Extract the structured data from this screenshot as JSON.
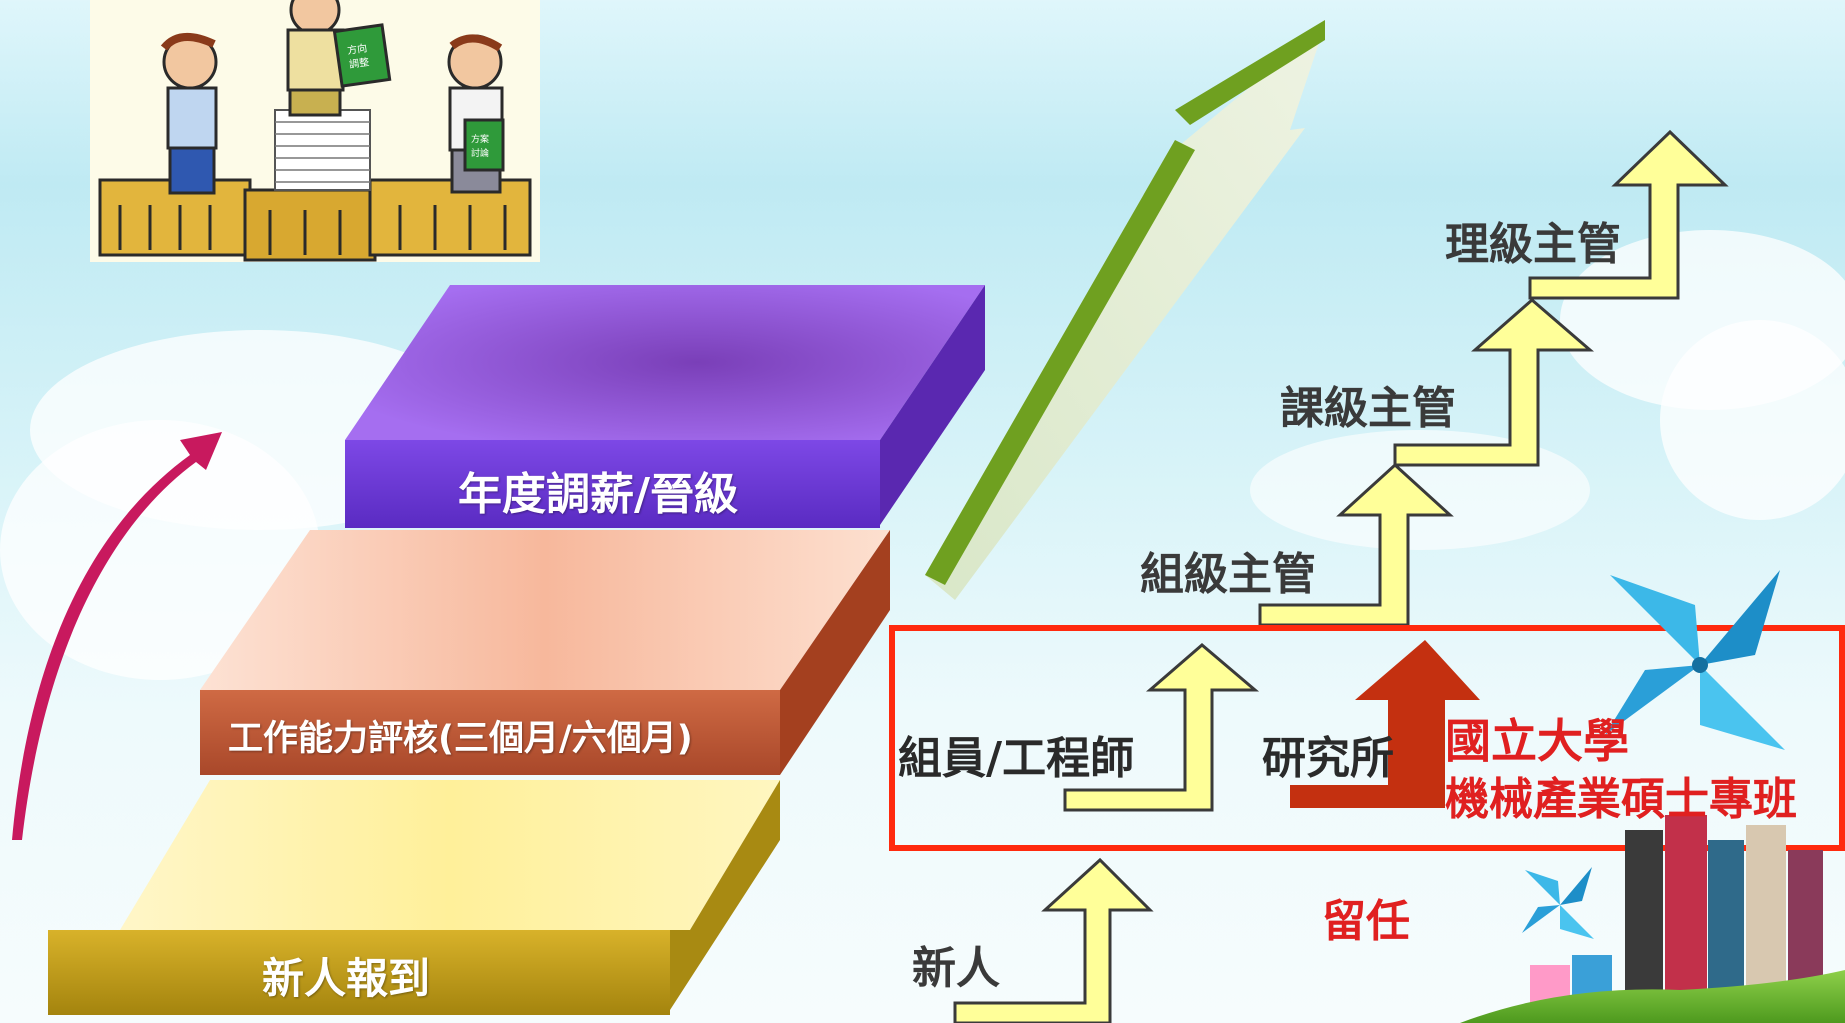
{
  "steps": {
    "step1": "新人報到",
    "step2": "工作能力評核(三個月/六個月)",
    "step3": "年度調薪/晉級"
  },
  "ladder": {
    "newcomer": "新人",
    "member": "組員/工程師",
    "team_lead": "組級主管",
    "section_head": "課級主管",
    "manager": "理級主管"
  },
  "highlight": {
    "graduate_school": "研究所",
    "university_line1": "國立大學",
    "university_line2": "機械產業碩士專班",
    "retain": "留任"
  },
  "illustration": {
    "folder_center_text": "方向 調整",
    "folder_right_text": "方案 討論"
  },
  "colors": {
    "step1": "#c9a21a",
    "step2": "#c2603a",
    "step3": "#7a47e0",
    "arrow_yellow": "#ffff99",
    "arrow_green": "#6fa020",
    "arrow_red": "#c43010",
    "highlight_border": "#ff2a0e",
    "curved_arrow": "#c8195e"
  }
}
